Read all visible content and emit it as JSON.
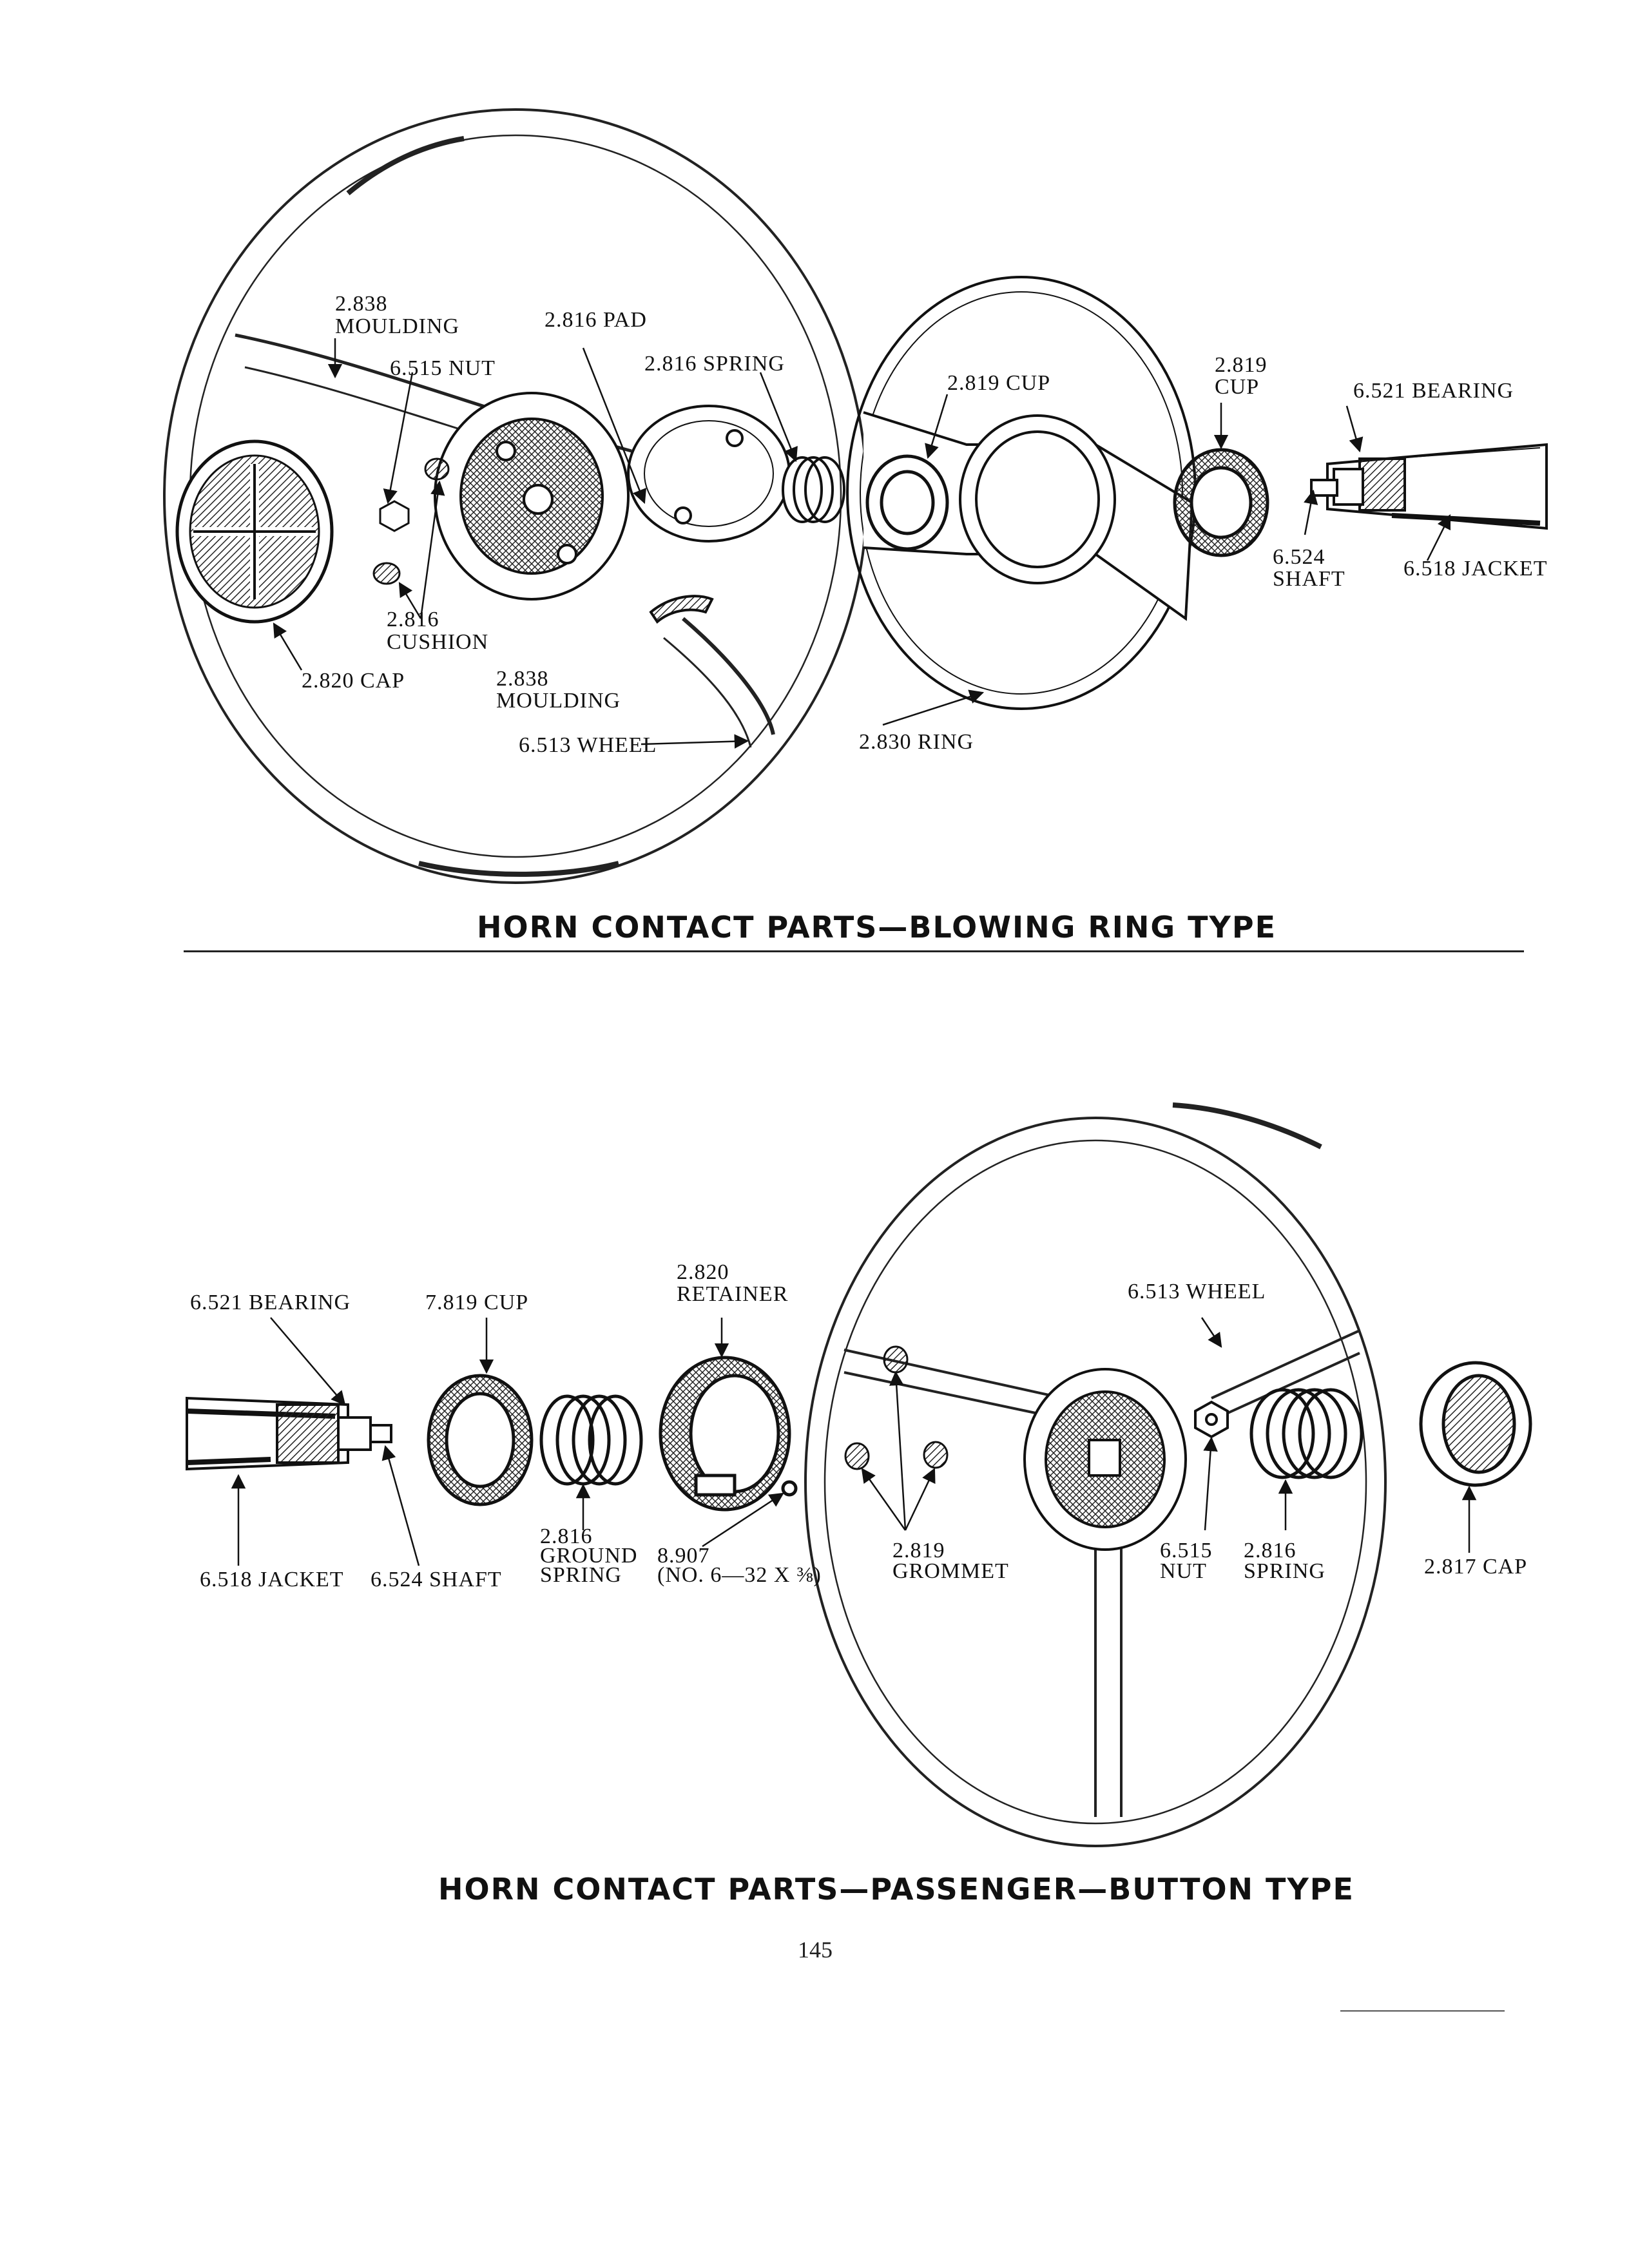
{
  "diagram_top": {
    "title": "HORN CONTACT PARTS—BLOWING RING TYPE",
    "labels": {
      "moulding_top_num": "2.838",
      "moulding_top_name": "MOULDING",
      "pad": "2.816 PAD",
      "nut": "6.515 NUT",
      "spring": "2.816 SPRING",
      "cup_ring": "2.819 CUP",
      "cup_num": "2.819",
      "cup_name": "CUP",
      "bearing": "6.521 BEARING",
      "shaft_num": "6.524",
      "shaft_name": "SHAFT",
      "jacket": "6.518 JACKET",
      "cushion_num": "2.816",
      "cushion_name": "CUSHION",
      "cap": "2.820 CAP",
      "moulding_bottom_num": "2.838",
      "moulding_bottom_name": "MOULDING",
      "wheel": "6.513 WHEEL",
      "ring": "2.830 RING"
    }
  },
  "diagram_bottom": {
    "title": "HORN CONTACT PARTS—PASSENGER—BUTTON TYPE",
    "labels": {
      "bearing": "6.521 BEARING",
      "cup": "7.819 CUP",
      "retainer_num": "2.820",
      "retainer_name": "RETAINER",
      "wheel": "6.513 WHEEL",
      "jacket": "6.518 JACKET",
      "shaft": "6.524 SHAFT",
      "ground_spring_num": "2.816",
      "ground_spring_name1": "GROUND",
      "ground_spring_name2": "SPRING",
      "screw_num": "8.907",
      "screw_spec": "(NO. 6—32 X ⅜)",
      "grommet_num": "2.819",
      "grommet_name": "GROMMET",
      "nut_num": "6.515",
      "nut_name": "NUT",
      "spring_num": "2.816",
      "spring_name": "SPRING",
      "cap": "2.817 CAP"
    }
  },
  "page_number": "145"
}
